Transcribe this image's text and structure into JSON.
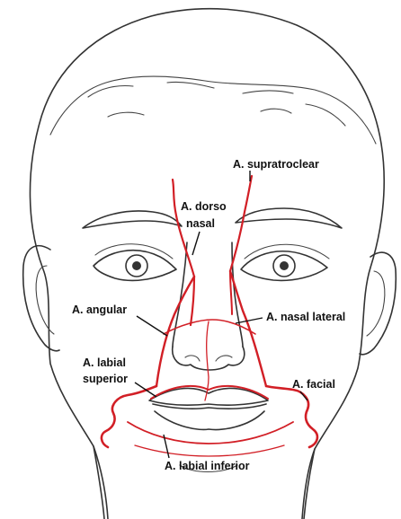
{
  "figure": {
    "subject": "face-arteries",
    "colors": {
      "artery": "#d21f26",
      "outline": "#333333",
      "label_text": "#111111",
      "background": "#ffffff"
    },
    "labels": {
      "supratroclear": "A. supratroclear",
      "dorso_nasal_line1": "A. dorso",
      "dorso_nasal_line2": "nasal",
      "angular": "A. angular",
      "nasal_lateral": "A. nasal lateral",
      "labial_superior_line1": "A. labial",
      "labial_superior_line2": "superior",
      "facial": "A. facial",
      "labial_inferior": "A. labial inferior"
    }
  }
}
